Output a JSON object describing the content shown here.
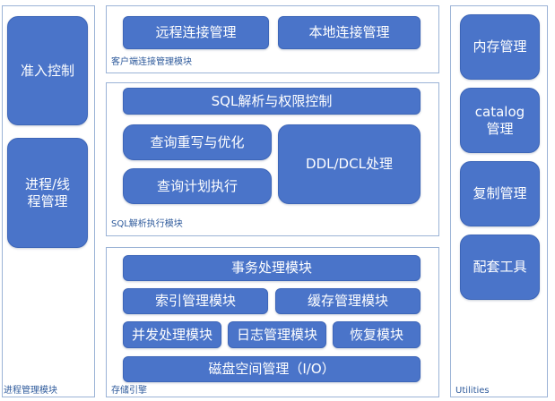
{
  "panels": {
    "process": {
      "label": "进程管理模块"
    },
    "client": {
      "label": "客户端连接管理模块"
    },
    "sql": {
      "label": "SQL解析执行模块"
    },
    "storage": {
      "label": "存储引擎"
    },
    "utilities": {
      "label": "Utilities"
    }
  },
  "process_boxes": {
    "admission": "准入控制",
    "thread": "进程/线\n程管理"
  },
  "client_boxes": {
    "remote": "远程连接管理",
    "local": "本地连接管理"
  },
  "sql_boxes": {
    "parse": "SQL解析与权限控制",
    "rewrite": "查询重写与优化",
    "execute": "查询计划执行",
    "ddl": "DDL/DCL处理"
  },
  "storage_boxes": {
    "transaction": "事务处理模块",
    "index": "索引管理模块",
    "cache": "缓存管理模块",
    "concurrency": "并发处理模块",
    "log": "日志管理模块",
    "recovery": "恢复模块",
    "disk": "磁盘空间管理（I/O）"
  },
  "utility_boxes": {
    "memory": "内存管理",
    "catalog": "catalog\n管理",
    "replication": "复制管理",
    "tools": "配套工具"
  },
  "colors": {
    "box_fill": "#4a74c9",
    "panel_border": "#9bb3d6",
    "label_text": "#2f5b9c"
  }
}
